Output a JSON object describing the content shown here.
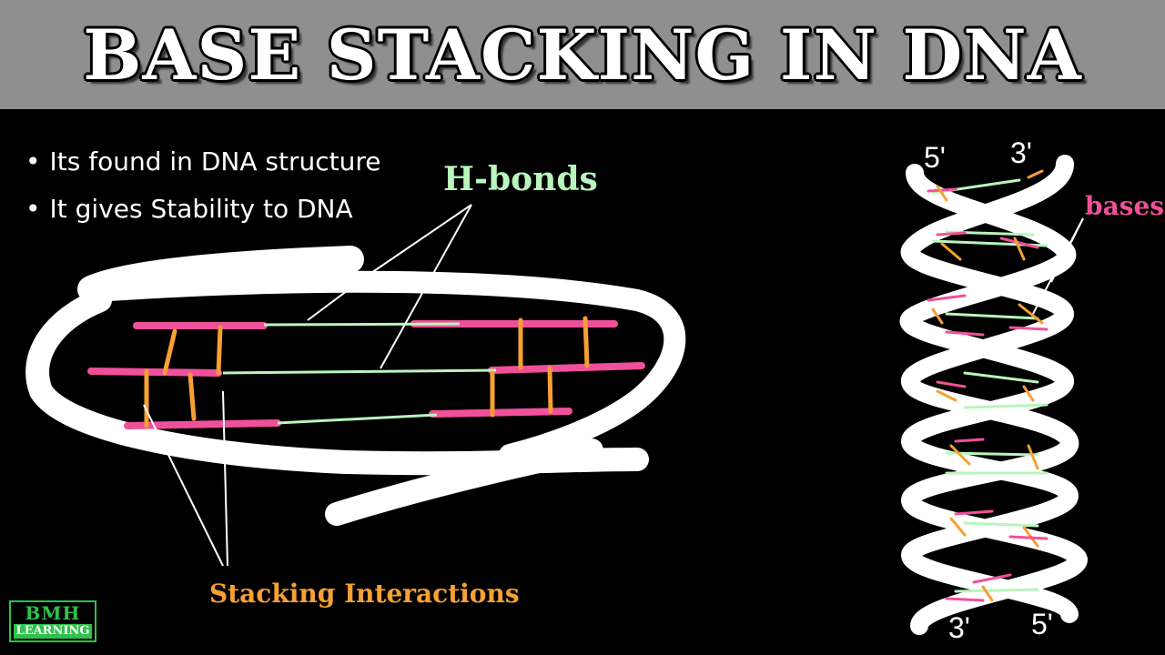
{
  "title": "BASE STACKING IN DNA",
  "bullets": [
    "Its found in DNA structure",
    "It gives Stability to DNA"
  ],
  "labels": {
    "h_bonds": "H-bonds",
    "stacking": "Stacking Interactions",
    "bases": "bases"
  },
  "helix_ends": {
    "top_left": "5'",
    "top_right": "3'",
    "bottom_left": "3'",
    "bottom_right": "5'"
  },
  "logo": {
    "top": "BMH",
    "bottom": "LEARNING"
  },
  "colors": {
    "background": "#000000",
    "title_bar": "#8f8f8f",
    "base_pink": "#f0509a",
    "stacking_orange": "#f7a033",
    "hbond_green": "#b9f5bd",
    "logo_green": "#2ec24a"
  }
}
